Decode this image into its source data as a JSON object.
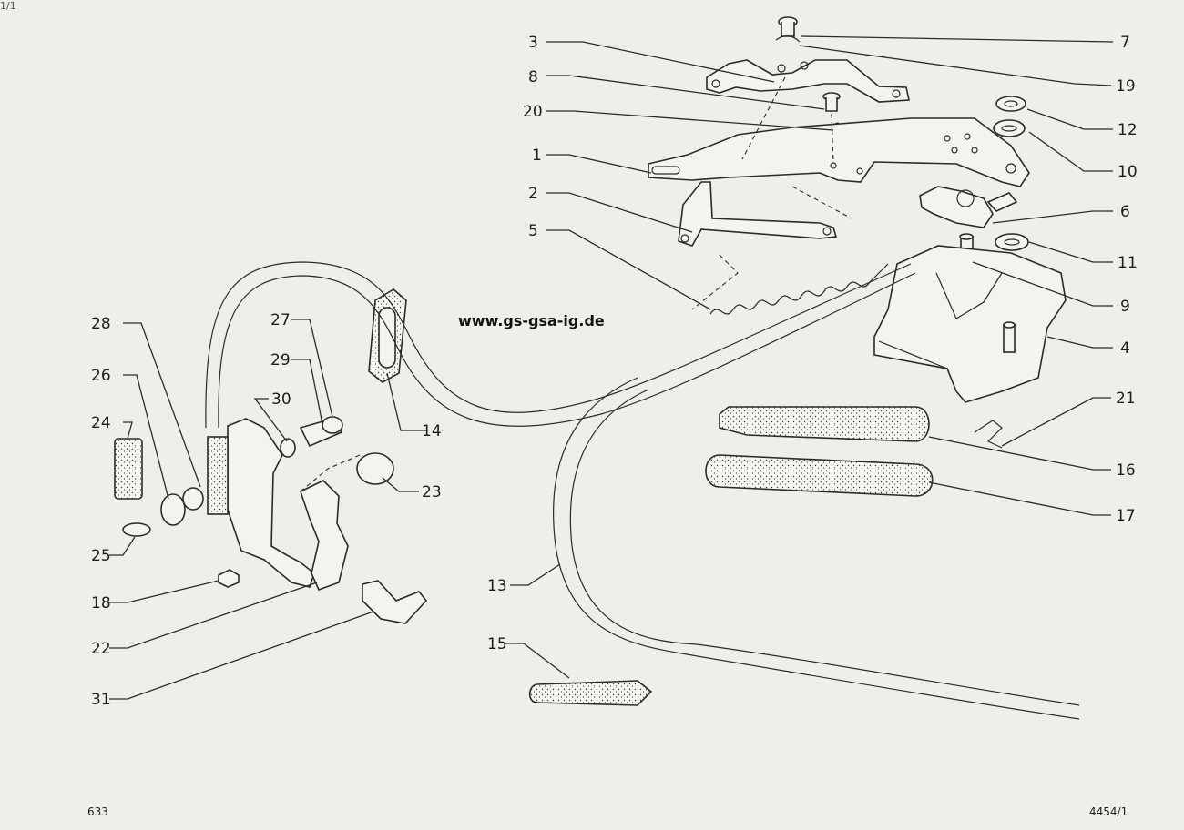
{
  "watermark": "www.gs-gsa-ig.de",
  "page_number": "633",
  "drawing_reference": "4454/1",
  "corner_mark": "1/1",
  "callouts": [
    "3",
    "7",
    "8",
    "19",
    "20",
    "12",
    "1",
    "10",
    "2",
    "6",
    "5",
    "11",
    "9",
    "4",
    "28",
    "27",
    "26",
    "29",
    "30",
    "24",
    "14",
    "21",
    "16",
    "23",
    "17",
    "25",
    "18",
    "13",
    "22",
    "15",
    "31"
  ]
}
